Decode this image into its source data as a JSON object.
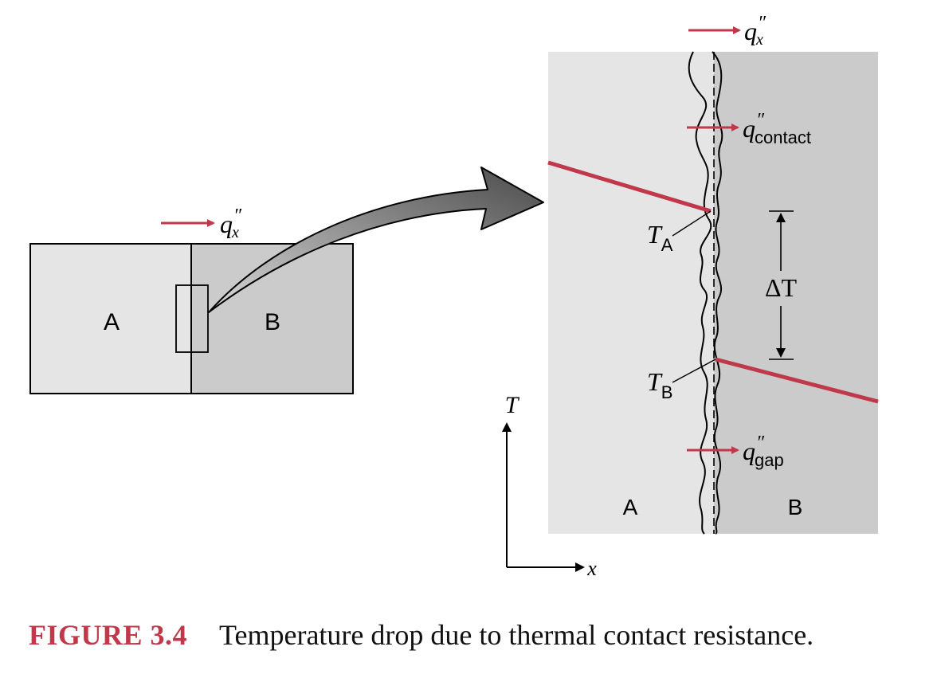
{
  "colors": {
    "material_a": "#e5e5e5",
    "material_b": "#cbcbcb",
    "accent_red": "#c0394b",
    "line": "#000000"
  },
  "left_diagram": {
    "label_a": "A",
    "label_b": "B",
    "flux_symbol": "q",
    "flux_subscript": "x",
    "flux_prime": "″"
  },
  "right_diagram": {
    "flux_top": {
      "symbol": "q",
      "subscript": "x",
      "prime": "″"
    },
    "flux_contact": {
      "symbol": "q",
      "subscript": "contact",
      "prime": "″"
    },
    "flux_gap": {
      "symbol": "q",
      "subscript": "gap",
      "prime": "″"
    },
    "temp_a": {
      "symbol": "T",
      "subscript": "A"
    },
    "temp_b": {
      "symbol": "T",
      "subscript": "B"
    },
    "delta_t": "ΔT",
    "label_a": "A",
    "label_b": "B",
    "axis_y": "T",
    "axis_x": "x"
  },
  "caption": {
    "label": "FIGURE 3.4",
    "text": "Temperature drop due to thermal contact resistance."
  }
}
